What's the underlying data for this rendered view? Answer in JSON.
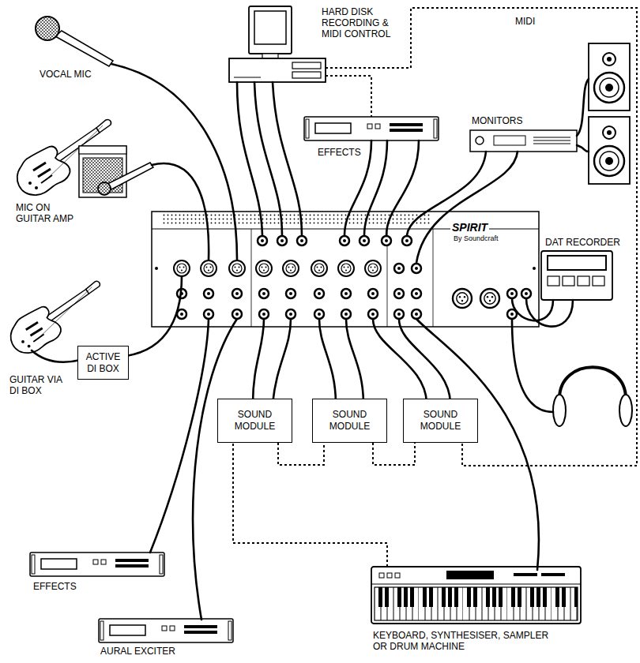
{
  "diagram": {
    "nodes": [
      {
        "text": [
          "ACTIVE DI BOX"
        ]
      },
      {
        "text": [
          "SOUND MODULE"
        ]
      },
      {
        "text": [
          "SOUND MODULE"
        ]
      },
      {
        "text": [
          "SOUND MODULE"
        ]
      }
    ],
    "edges": [
      {
        "from": 1,
        "to": 2,
        "arrow": "none"
      },
      {
        "from": 2,
        "to": 3,
        "arrow": "none"
      }
    ],
    "labels": [
      "HARD DISK RECORDING & MIDI CONTROL",
      "MIDI",
      "VOCAL MIC",
      "MONITORS",
      "EFFECTS",
      "MIC ON GUITAR AMP",
      "SPIRIT",
      "By Soundcraft",
      "DAT RECORDER",
      "GUITAR VIA DI BOX",
      "EFFECTS",
      "AURAL EXCITER",
      "KEYBOARD, SYNTHESISER, SAMPLER OR DRUM MACHINE"
    ]
  }
}
